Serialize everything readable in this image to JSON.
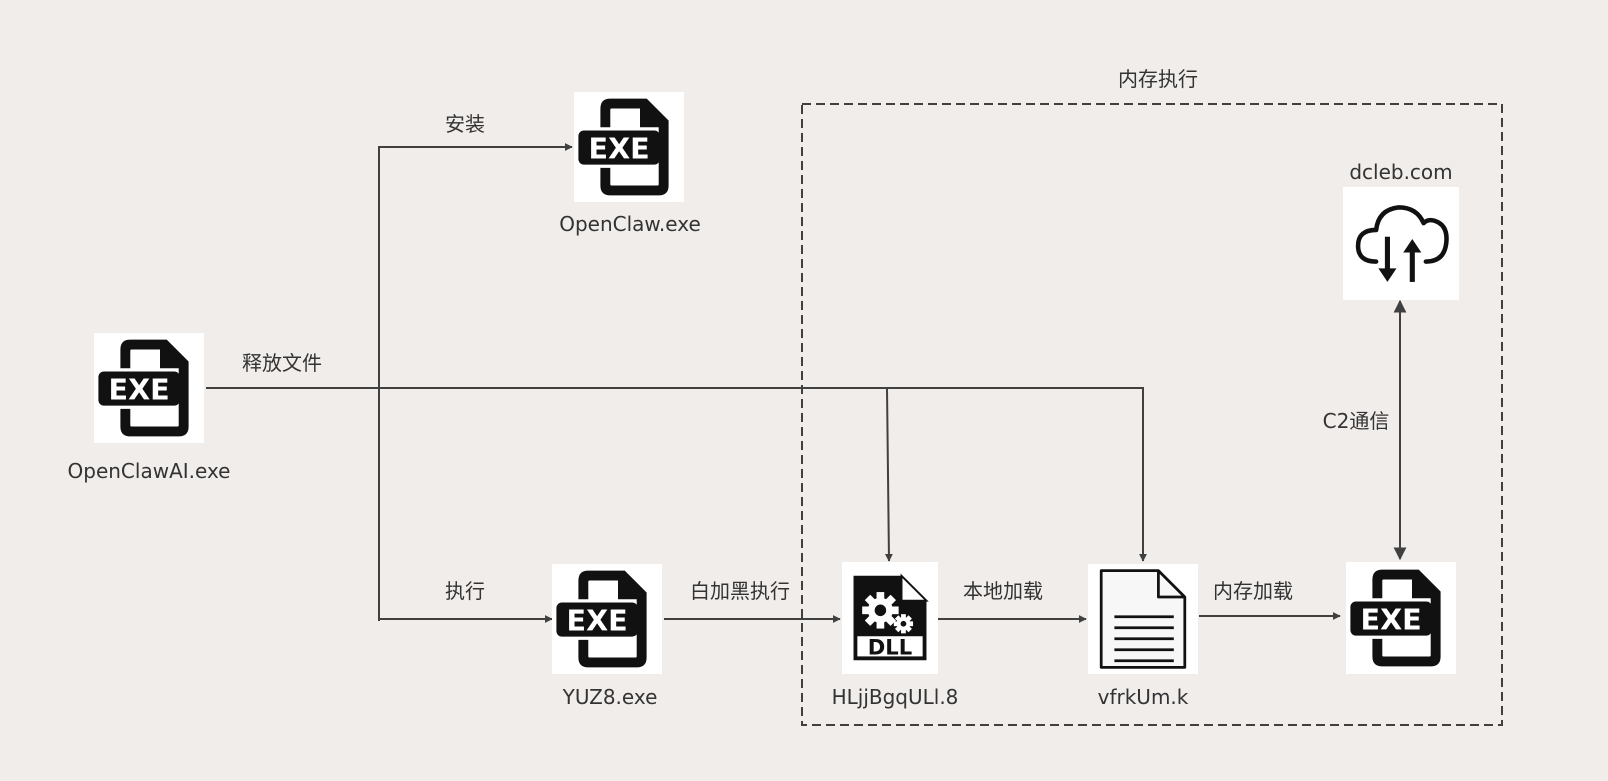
{
  "colors": {
    "background": "#f0edeb",
    "line": "#404040",
    "text": "#333333",
    "icon": "#111111"
  },
  "group": {
    "title": "内存执行"
  },
  "nodes": {
    "openclawai": {
      "label": "OpenClawAI.exe",
      "icon": "exe-file-icon",
      "badge": "EXE"
    },
    "openclaw": {
      "label": "OpenClaw.exe",
      "icon": "exe-file-icon",
      "badge": "EXE"
    },
    "yuz8": {
      "label": "YUZ8.exe",
      "icon": "exe-file-icon",
      "badge": "EXE"
    },
    "hljj": {
      "label": "HLjjBgqULl.8",
      "icon": "dll-file-icon",
      "badge": "DLL"
    },
    "vfrk": {
      "label": "vfrkUm.k",
      "icon": "text-document-icon"
    },
    "payload": {
      "label": "",
      "icon": "exe-file-icon",
      "badge": "EXE"
    },
    "c2": {
      "label": "dcleb.com",
      "icon": "cloud-upload-download-icon"
    }
  },
  "edges": {
    "install": "安装",
    "release": "释放文件",
    "execute": "执行",
    "sideload": "白加黑执行",
    "local_load": "本地加载",
    "memory_load": "内存加载",
    "c2": "C2通信"
  }
}
